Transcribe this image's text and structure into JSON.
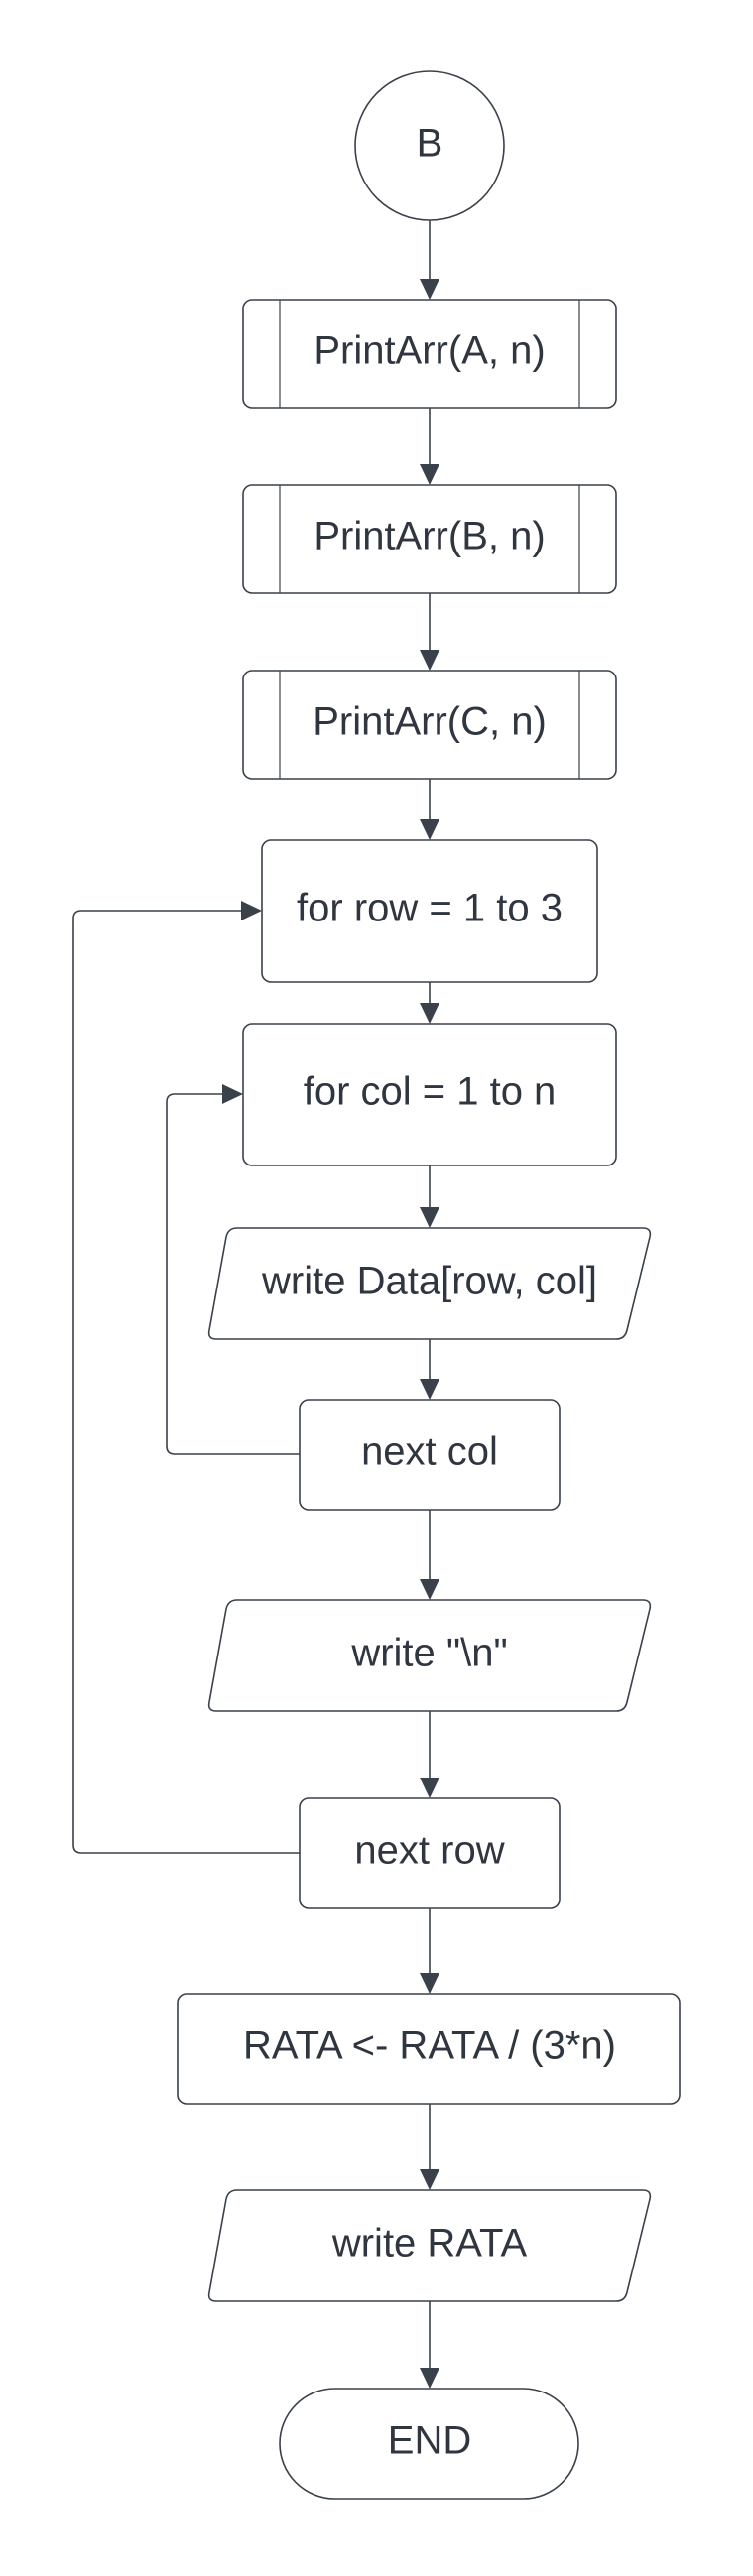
{
  "diagram": {
    "start_connector": "B",
    "nodes": {
      "print_a": "PrintArr(A, n)",
      "print_b": "PrintArr(B, n)",
      "print_c": "PrintArr(C, n)",
      "for_row": "for row = 1 to 3",
      "for_col": "for col = 1 to n",
      "write_data": "write Data[row, col]",
      "next_col": "next col",
      "write_newline": "write \"\\n\"",
      "next_row": "next row",
      "rata_assign": "RATA <- RATA / (3*n)",
      "write_rata": "write RATA",
      "end": "END"
    }
  }
}
